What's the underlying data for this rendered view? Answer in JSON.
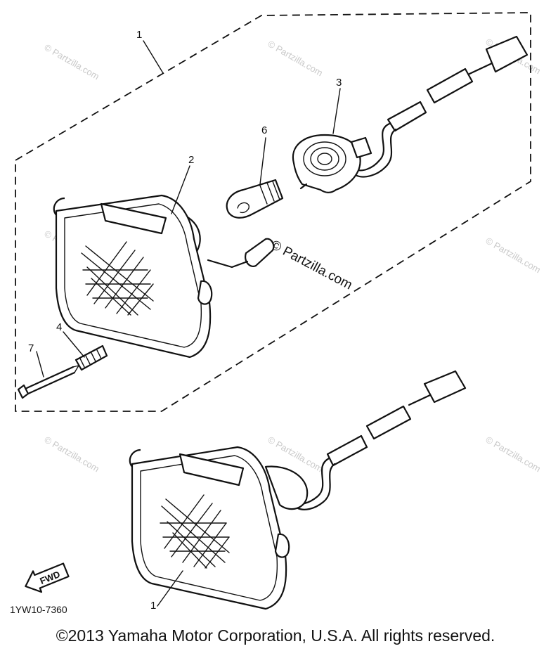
{
  "diagram": {
    "callouts": [
      {
        "id": "1",
        "label": "1"
      },
      {
        "id": "2",
        "label": "2"
      },
      {
        "id": "3",
        "label": "3"
      },
      {
        "id": "4",
        "label": "4"
      },
      {
        "id": "6",
        "label": "6"
      },
      {
        "id": "7",
        "label": "7"
      },
      {
        "id": "1b",
        "label": "1"
      }
    ],
    "fwd_label": "FWD",
    "drawing_code": "1YW10-7360",
    "watermark_center": "© Partzilla.com",
    "watermark_tile": "© Partzilla.com"
  },
  "footer": {
    "copyright": "©2013 Yamaha Motor Corporation, U.S.A. All rights reserved."
  }
}
